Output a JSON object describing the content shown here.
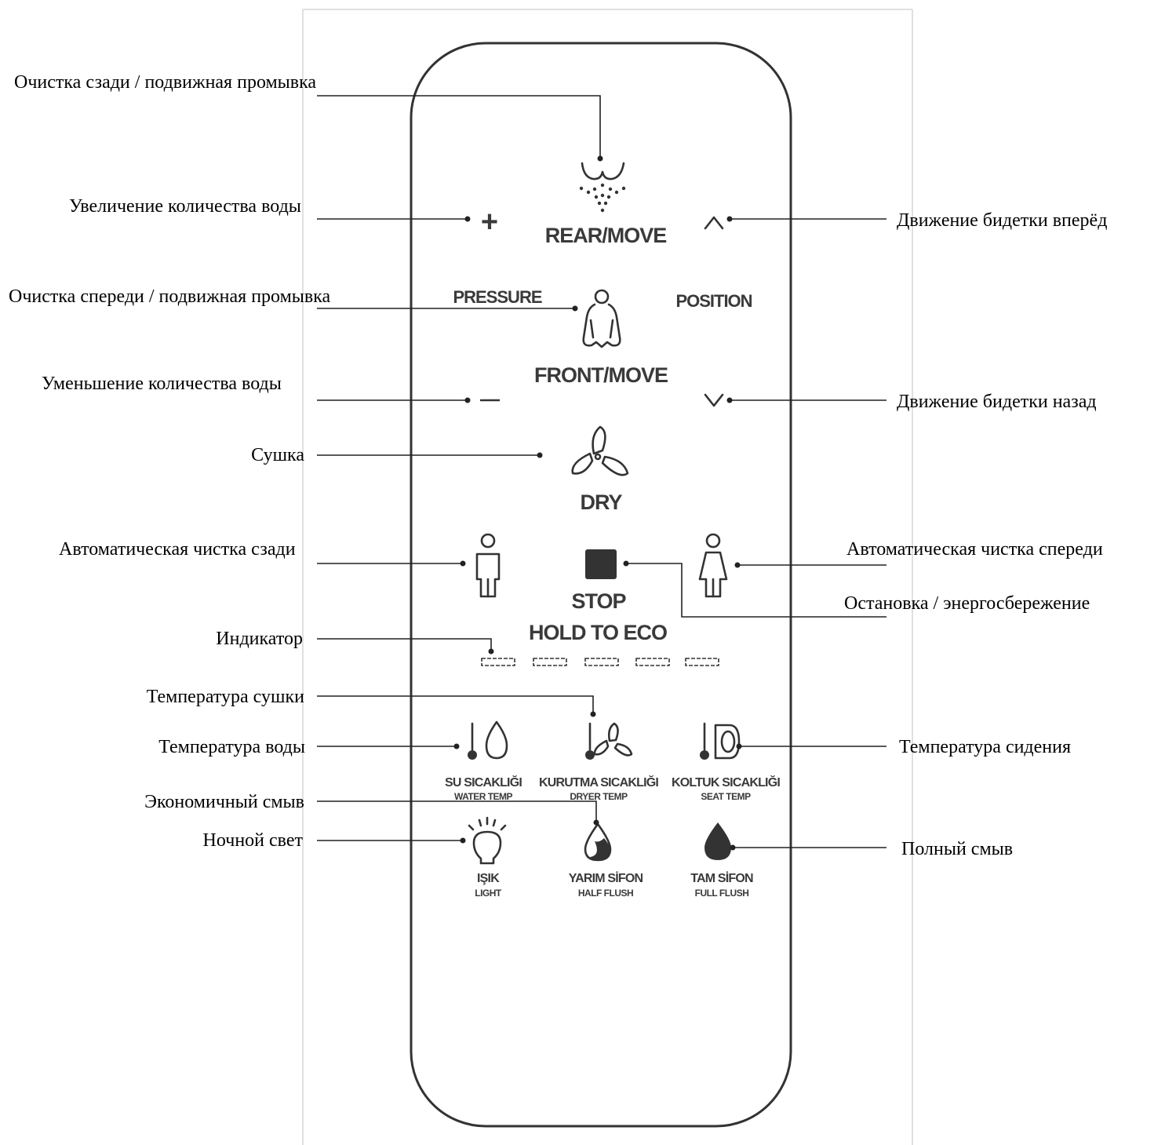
{
  "panel": {
    "rear_move": "REAR/MOVE",
    "pressure": "PRESSURE",
    "position": "POSITION",
    "front_move": "FRONT/MOVE",
    "dry": "DRY",
    "stop": "STOP",
    "hold_to_eco": "HOLD TO ECO",
    "plus": "+",
    "minus": "—",
    "up": "^",
    "down": "v",
    "water_temp_tr": "SU SICAKLIĞI",
    "water_temp_en": "WATER TEMP",
    "dryer_temp_tr": "KURUTMA SICAKLIĞI",
    "dryer_temp_en": "DRYER TEMP",
    "seat_temp_tr": "KOLTUK SICAKLIĞI",
    "seat_temp_en": "SEAT TEMP",
    "light_tr": "IŞIK",
    "light_en": "LIGHT",
    "half_flush_tr": "YARIM SİFON",
    "half_flush_en": "HALF FLUSH",
    "full_flush_tr": "TAM SİFON",
    "full_flush_en": "FULL FLUSH"
  },
  "annotations": {
    "rear_clean": "Очистка сзади / подвижная промывка",
    "water_increase": "Увеличение количества воды",
    "front_clean": "Очистка спереди / подвижная промывка",
    "water_decrease": "Уменьшение количества воды",
    "drying": "Сушка",
    "auto_rear": "Автоматическая чистка сзади",
    "indicator": "Индикатор",
    "dry_temp": "Температура сушки",
    "water_temp": "Температура воды",
    "eco_flush": "Экономичный смыв",
    "night_light": "Ночной свет",
    "nozzle_forward": "Движение бидетки вперёд",
    "nozzle_back": "Движение бидетки назад",
    "auto_front": "Автоматическая чистка спереди",
    "stop_eco": "Остановка / энергосбережение",
    "seat_temp": "Температура сидения",
    "full_flush": "Полный смыв"
  }
}
